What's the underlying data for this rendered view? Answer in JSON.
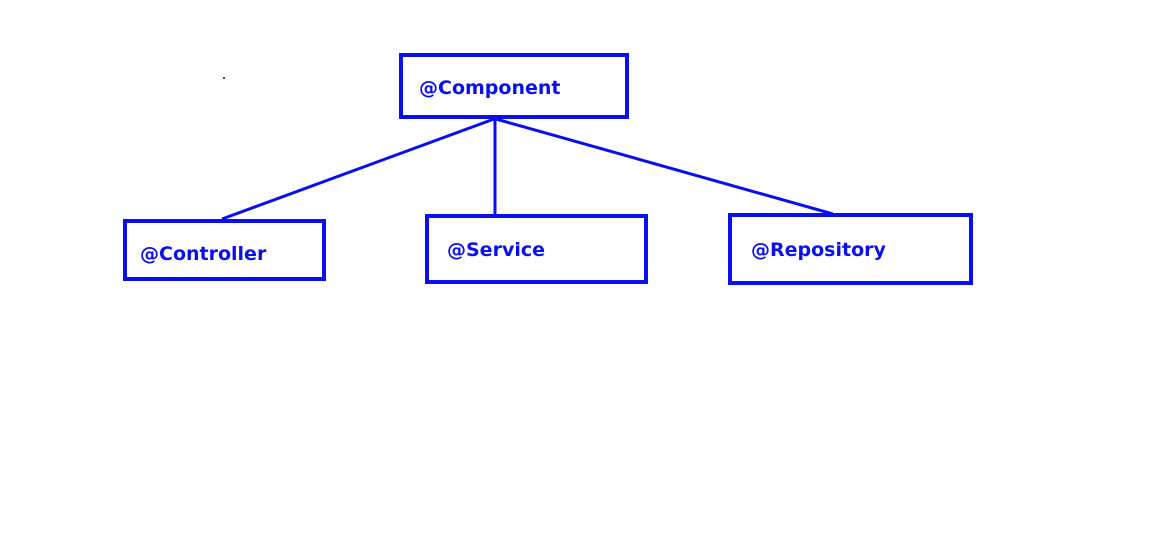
{
  "diagram": {
    "nodes": {
      "component": "@Component",
      "controller": "@Controller",
      "service": "@Service",
      "repository": "@Repository"
    },
    "edges": [
      [
        "component",
        "controller"
      ],
      [
        "component",
        "service"
      ],
      [
        "component",
        "repository"
      ]
    ]
  },
  "colors": {
    "stroke": "#0a0ff0",
    "text": "#0a0ff0",
    "background": "#ffffff"
  }
}
